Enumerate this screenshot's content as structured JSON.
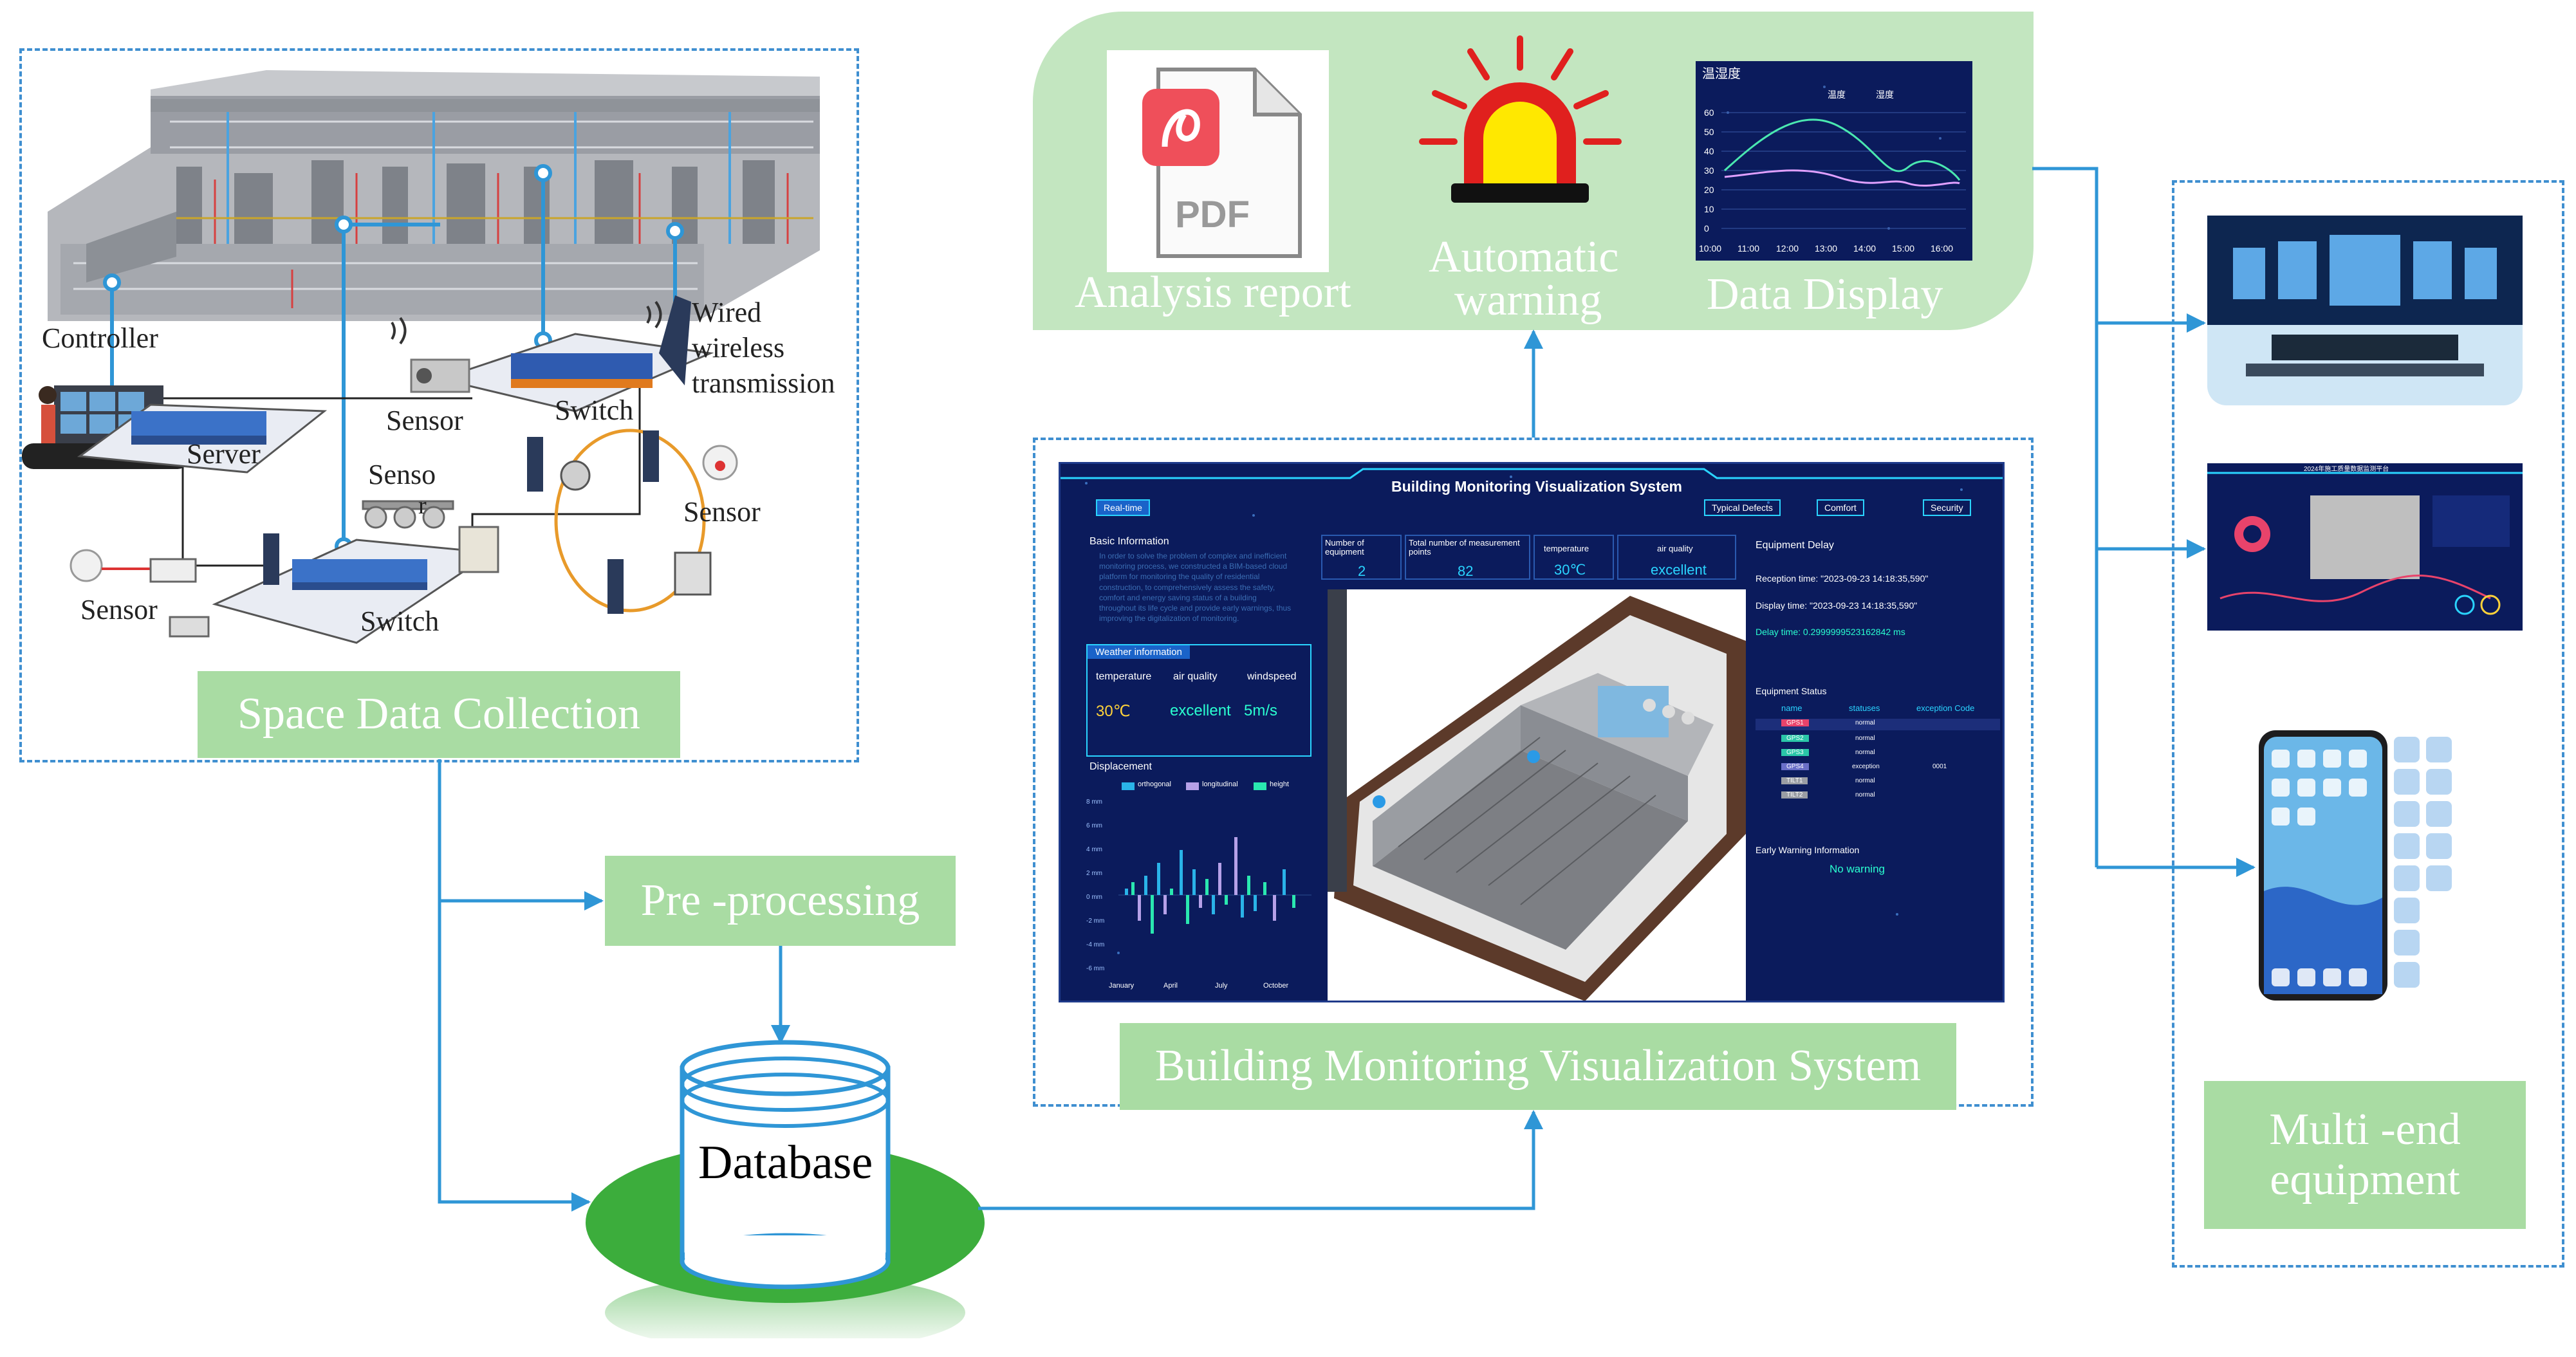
{
  "collection": {
    "title": "Space Data Collection",
    "labels": {
      "controller": "Controller",
      "server": "Server",
      "sensor_top": "Sensor",
      "switch_top": "Switch",
      "wired_wireless": [
        "Wired",
        "wireless",
        "transmission"
      ],
      "senso": [
        "Senso",
        "r"
      ],
      "sensor_right": "Sensor",
      "sensor_left": "Sensor",
      "switch_bottom": "Switch"
    }
  },
  "preprocessing": {
    "title": "Pre -processing"
  },
  "database": {
    "title": "Database"
  },
  "outputs": {
    "analysis": "Analysis report",
    "pdf_badge": "PDF",
    "warning": [
      "Automatic",
      "warning"
    ],
    "display": "Data Display",
    "mini_chart": {
      "title": "温湿度",
      "legend": [
        "温度",
        "湿度"
      ],
      "y_ticks": [
        "60",
        "50",
        "40",
        "30",
        "20",
        "10",
        "0"
      ],
      "x_ticks": [
        "10:00",
        "11:00",
        "12:00",
        "13:00",
        "14:00",
        "15:00",
        "16:00"
      ]
    }
  },
  "system": {
    "caption": "Building Monitoring Visualization System",
    "header": "Building Monitoring Visualization System",
    "tabs": [
      "Real-time",
      "Typical Defects",
      "Comfort",
      "Security"
    ],
    "basic_info_title": "Basic Information",
    "basic_info_text": "In order to solve the problem of complex and inefficient monitoring process, we constructed a BIM-based cloud platform for monitoring the quality of residential construction, to comprehensively assess the safety, comfort and energy saving status of a building throughout its life cycle and provide early warnings, thus improving the digitalization of monitoring.",
    "weather_title": "Weather information",
    "weather_headers": [
      "temperature",
      "air quality",
      "windspeed"
    ],
    "weather_values": [
      "30℃",
      "excellent",
      "5m/s"
    ],
    "displacement_title": "Displacement",
    "displacement_legend": [
      "orthogonal",
      "longitudinal",
      "height"
    ],
    "displacement_y_ticks": [
      "8 mm",
      "6 mm",
      "4 mm",
      "2 mm",
      "0 mm",
      "-2 mm",
      "-4 mm",
      "-6 mm"
    ],
    "displacement_x_ticks": [
      "January",
      "April",
      "July",
      "October"
    ],
    "stats": [
      {
        "label": "Number of equipment",
        "value": "2"
      },
      {
        "label": "Total number of measurement points",
        "value": "82"
      },
      {
        "label": "temperature",
        "value": "30℃"
      },
      {
        "label": "air quality",
        "value": "excellent"
      }
    ],
    "delay_title": "Equipment Delay",
    "reception": "Reception time: \"2023-09-23 14:18:35,590\"",
    "display_time": "Display time: \"2023-09-23 14:18:35,590\"",
    "delay": "Delay time: 0.2999999523162842 ms",
    "status_title": "Equipment Status",
    "status_headers": [
      "name",
      "statuses",
      "exception Code"
    ],
    "status_rows": [
      {
        "name": "GPS1",
        "status": "normal",
        "code": ""
      },
      {
        "name": "GPS2",
        "status": "normal",
        "code": ""
      },
      {
        "name": "GPS3",
        "status": "normal",
        "code": ""
      },
      {
        "name": "GPS4",
        "status": "exception",
        "code": "0001"
      },
      {
        "name": "TILT1",
        "status": "normal",
        "code": ""
      },
      {
        "name": "TILT2",
        "status": "normal",
        "code": ""
      }
    ],
    "warning_title": "Early Warning Information",
    "warning_value": "No warning"
  },
  "multi_end": {
    "title": [
      "Multi -end",
      "equipment"
    ],
    "dashboard_title": "2024年施工质量数据监测平台"
  },
  "colors": {
    "dash_blue": "#3f8fd0",
    "arrow_blue": "#2f96d6",
    "label_green": "#a9dca3",
    "panel_green": "#c3e6c0",
    "db_green": "#3cad3c",
    "screen_navy": "#0b1b5c",
    "accent_cyan": "#2ad4ff"
  },
  "icons": [
    "pdf-file-icon",
    "alarm-beacon-icon",
    "wifi-icon",
    "database-cylinder-icon"
  ]
}
